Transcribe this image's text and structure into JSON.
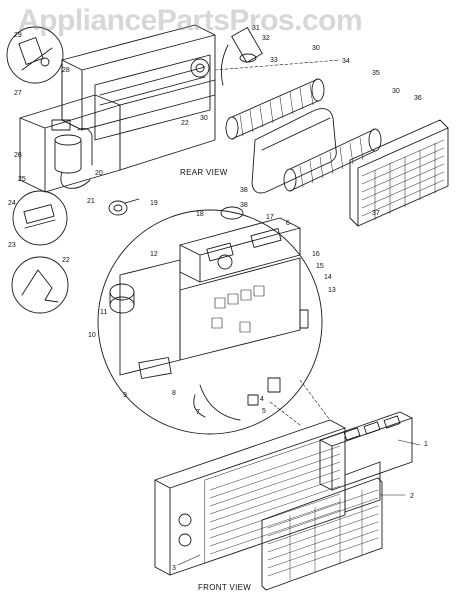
{
  "watermark": "AppliancePartsPros.com",
  "captions": {
    "rear": "REAR VIEW",
    "front": "FRONT VIEW"
  },
  "callouts": [
    "29",
    "31",
    "32",
    "33",
    "30",
    "34",
    "35",
    "30",
    "36",
    "27",
    "28",
    "22",
    "30",
    "26",
    "25",
    "20",
    "21",
    "19",
    "24",
    "23",
    "22",
    "38",
    "38",
    "37",
    "18",
    "17",
    "6",
    "12",
    "16",
    "15",
    "14",
    "13",
    "11",
    "10",
    "9",
    "8",
    "7",
    "4",
    "5",
    "1",
    "2",
    "3"
  ],
  "colors": {
    "line": "#1a1a1a",
    "watermark": "#8c8c8c"
  }
}
